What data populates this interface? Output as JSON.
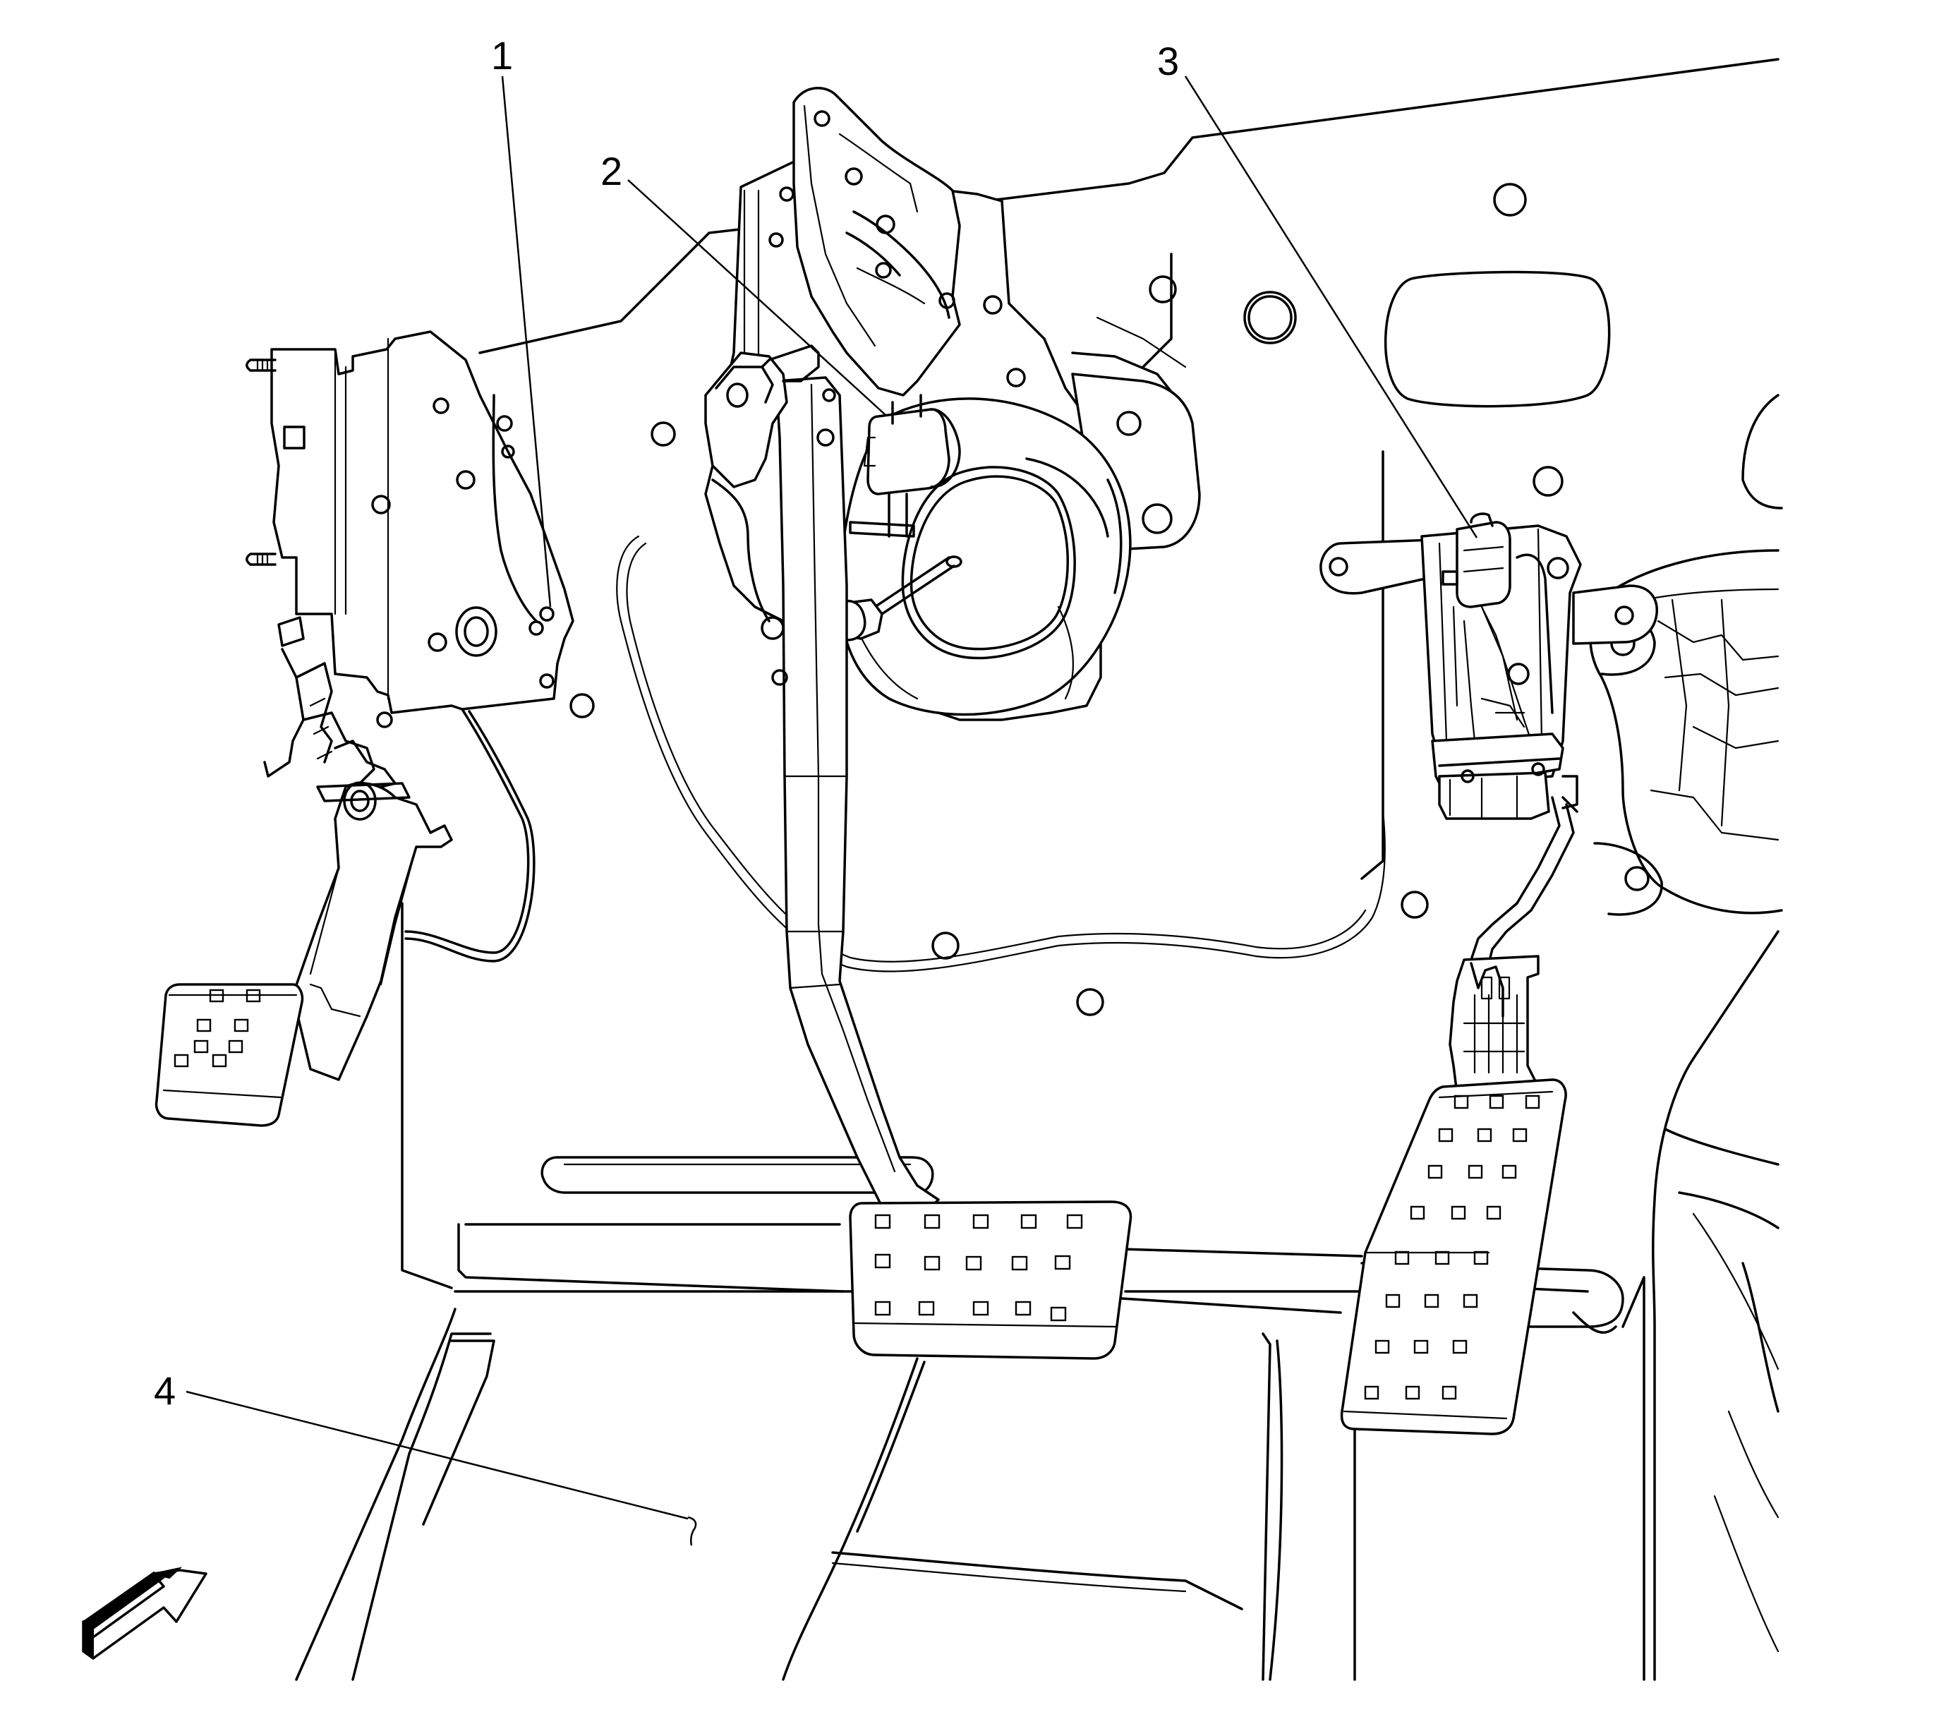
{
  "callouts": [
    {
      "id": "1",
      "label": "1"
    },
    {
      "id": "2",
      "label": "2"
    },
    {
      "id": "3",
      "label": "3"
    },
    {
      "id": "4",
      "label": "4"
    }
  ],
  "icons": {
    "direction_arrow": "arrow-up-right-icon"
  }
}
